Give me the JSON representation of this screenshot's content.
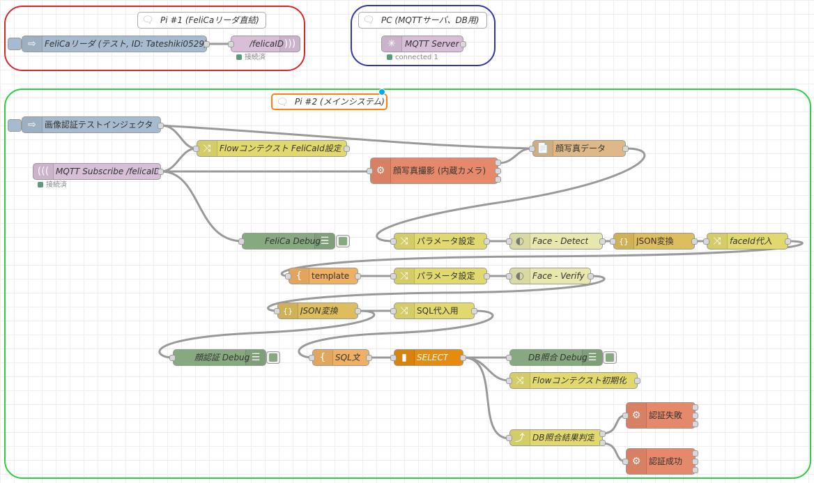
{
  "groups": {
    "pi1_label": "Pi #1 (FeliCaリーダ直結)",
    "pc_label": "PC (MQTTサーバ、DB用)",
    "pi2_label": "Pi #2 (メインシステム)",
    "colors": {
      "pi1": "#d9252a",
      "pc": "#3333aa",
      "pi2": "#2ecc40"
    }
  },
  "nodes": {
    "felica_reader": "FeliCaリーダ (テスト, ID: Tateshiki0529)",
    "mqtt_out": "/felicaID",
    "mqtt_out_status": "接続済",
    "mqtt_server": "MQTT Server",
    "mqtt_server_status": "connected 1",
    "image_inject": "画像認証テストインジェクタ",
    "flow_set": "Flowコンテクスト FeliCaId設定",
    "mqtt_sub": "MQTT Subscribe /felicaID",
    "mqtt_sub_status": "接続済",
    "face_photo_data": "顔写真データ",
    "face_capture": "顔写真撮影 (内蔵カメラ)",
    "felica_debug": "FeliCa Debug",
    "param1": "パラメータ設定",
    "face_detect": "Face - Detect",
    "json1": "JSON変換",
    "faceid_assign": "faceId代入",
    "template": "template",
    "param2": "パラメータ設定",
    "face_verify": "Face - Verify",
    "json2": "JSON変換",
    "sql_assign": "SQL代入用",
    "face_debug": "顔認証 Debug",
    "sql_statement": "SQL文",
    "select": "SELECT",
    "db_debug": "DB照合 Debug",
    "flow_init": "Flowコンテクスト初期化",
    "db_judge": "DB照合結果判定",
    "auth_fail": "認証失敗",
    "auth_success": "認証成功"
  },
  "icons": [
    "comment-icon",
    "inject-arrow-icon",
    "mqtt-wave-icon",
    "mqtt-broker-icon",
    "change-shuffle-icon",
    "function-gear-icon",
    "file-icon",
    "debug-list-icon",
    "web-globe-icon",
    "json-icon",
    "template-brace-icon",
    "database-icon",
    "switch-icon"
  ],
  "node_colors": {
    "inject": "#a6bbcf",
    "mqtt": "#d8bfd8",
    "change": "#e2d96e",
    "function": "#fdd0a2",
    "exec": "#e6896b",
    "file": "#deb887",
    "debug": "#87a980",
    "http": "#e7e7ae",
    "json": "#debd5c",
    "template": "#f0b064",
    "database": "#e58c0e"
  }
}
